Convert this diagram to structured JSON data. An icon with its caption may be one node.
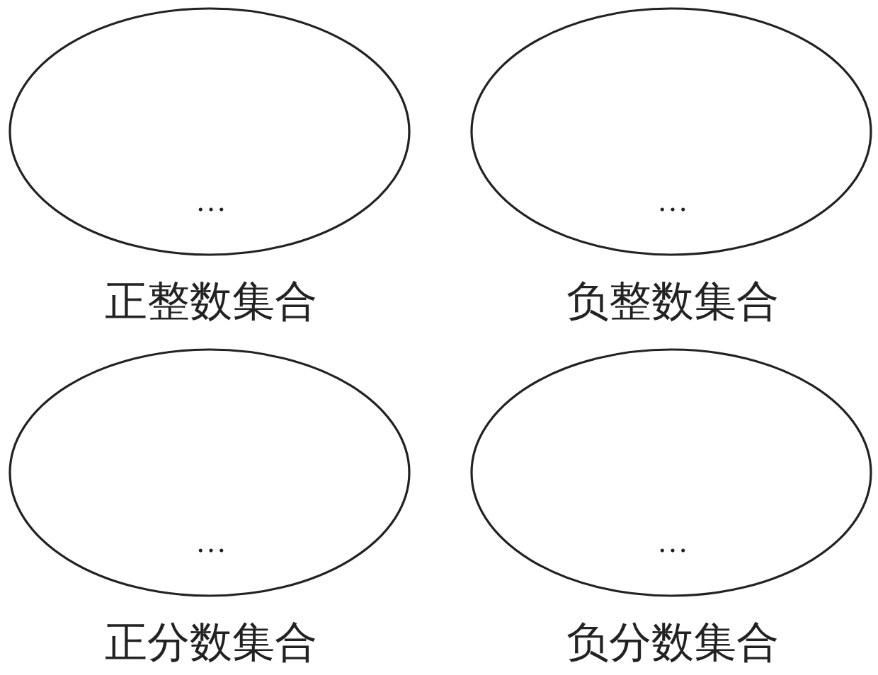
{
  "diagram": {
    "nodes": [
      {
        "text": [
          "…",
          "正整数集合"
        ]
      },
      {
        "text": [
          "…",
          "负整数集合"
        ]
      },
      {
        "text": [
          "…",
          "正分数集合"
        ]
      },
      {
        "text": [
          "…",
          "负分数集合"
        ]
      }
    ]
  }
}
